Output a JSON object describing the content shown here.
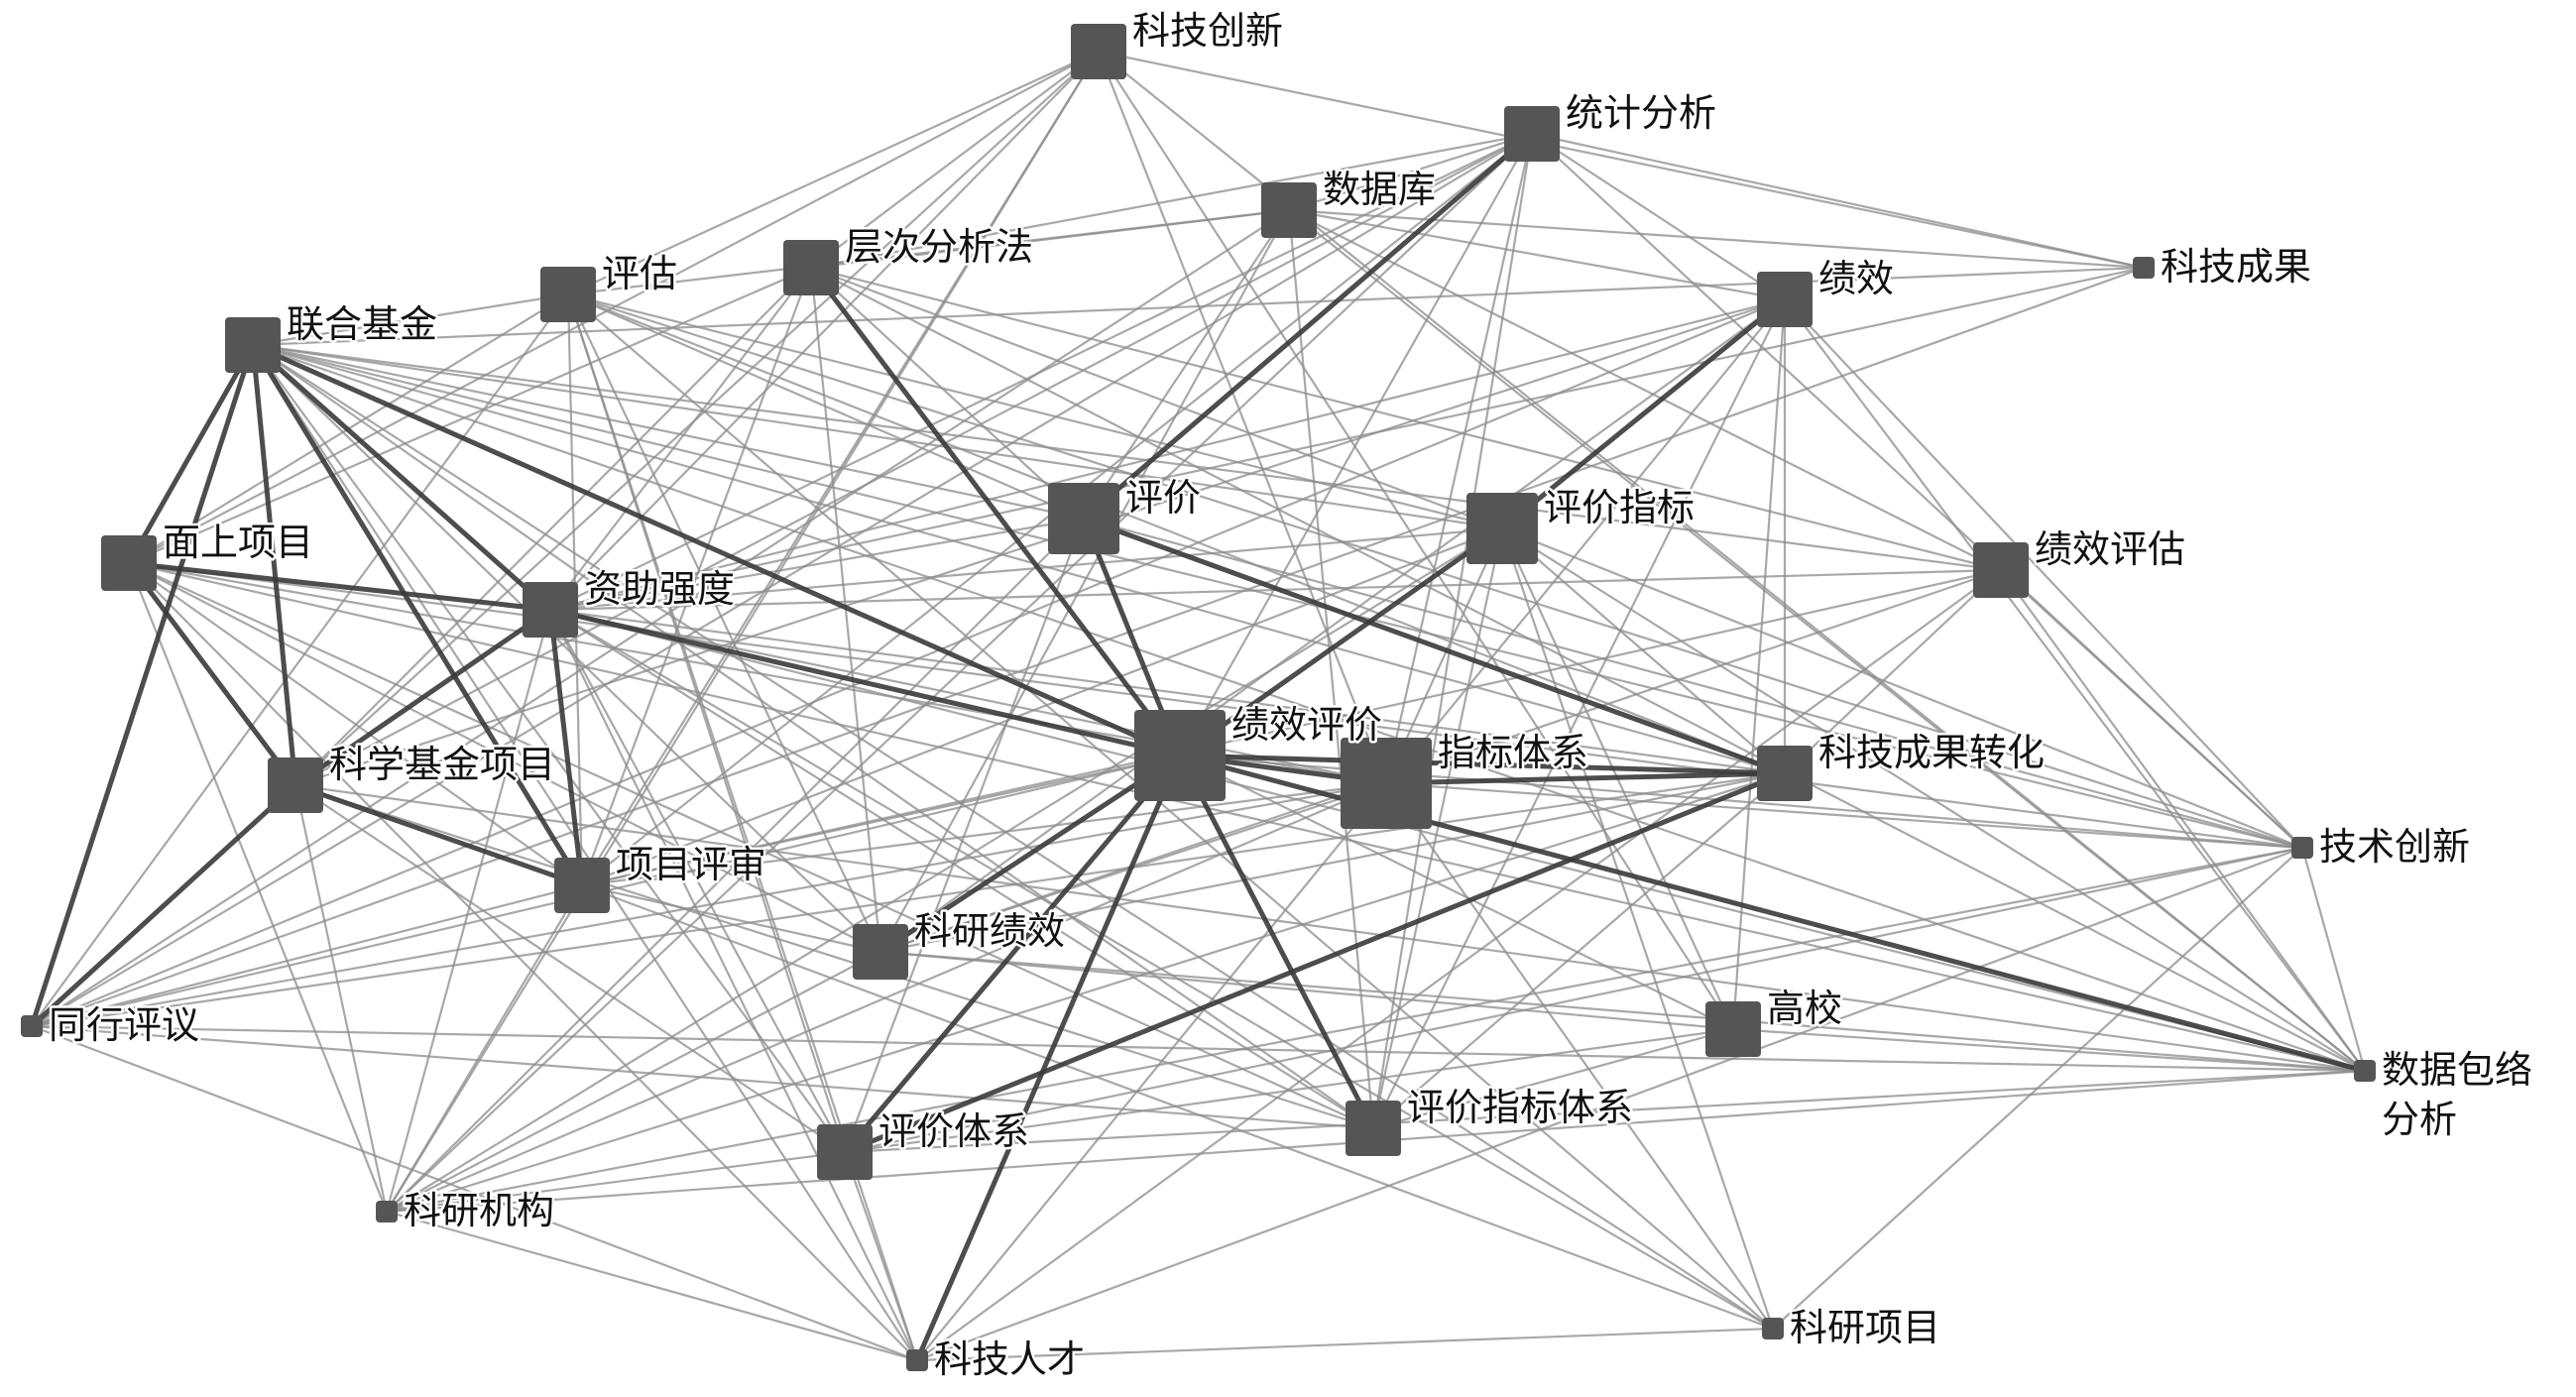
{
  "diagram": {
    "type": "keyword co-occurrence network",
    "nodes": [
      {
        "id": "n1",
        "label": [
          "科技创新"
        ],
        "weight": 2
      },
      {
        "id": "n2",
        "label": [
          "统计分析"
        ],
        "weight": 2
      },
      {
        "id": "n3",
        "label": [
          "数据库"
        ],
        "weight": 2
      },
      {
        "id": "n4",
        "label": [
          "层次分析法"
        ],
        "weight": 2
      },
      {
        "id": "n5",
        "label": [
          "评估"
        ],
        "weight": 2
      },
      {
        "id": "n6",
        "label": [
          "联合基金"
        ],
        "weight": 2
      },
      {
        "id": "n7",
        "label": [
          "绩效"
        ],
        "weight": 2
      },
      {
        "id": "n8",
        "label": [
          "科技成果"
        ],
        "weight": 1
      },
      {
        "id": "n9",
        "label": [
          "评价"
        ],
        "weight": 3
      },
      {
        "id": "n10",
        "label": [
          "评价指标"
        ],
        "weight": 3
      },
      {
        "id": "n11",
        "label": [
          "面上项目"
        ],
        "weight": 2
      },
      {
        "id": "n12",
        "label": [
          "资助强度"
        ],
        "weight": 2
      },
      {
        "id": "n13",
        "label": [
          "绩效评估"
        ],
        "weight": 2
      },
      {
        "id": "n14",
        "label": [
          "绩效评价"
        ],
        "weight": 4
      },
      {
        "id": "n15",
        "label": [
          "指标体系"
        ],
        "weight": 4
      },
      {
        "id": "n16",
        "label": [
          "科技成果转化"
        ],
        "weight": 2
      },
      {
        "id": "n17",
        "label": [
          "科学基金项目"
        ],
        "weight": 2
      },
      {
        "id": "n18",
        "label": [
          "技术创新"
        ],
        "weight": 1
      },
      {
        "id": "n19",
        "label": [
          "项目评审"
        ],
        "weight": 2
      },
      {
        "id": "n20",
        "label": [
          "科研绩效"
        ],
        "weight": 2
      },
      {
        "id": "n21",
        "label": [
          "同行评议"
        ],
        "weight": 1
      },
      {
        "id": "n22",
        "label": [
          "高校"
        ],
        "weight": 2
      },
      {
        "id": "n23",
        "label": [
          "数据包络",
          "分析"
        ],
        "weight": 1
      },
      {
        "id": "n24",
        "label": [
          "评价指标体系"
        ],
        "weight": 2
      },
      {
        "id": "n25",
        "label": [
          "评价体系"
        ],
        "weight": 2
      },
      {
        "id": "n26",
        "label": [
          "科研机构"
        ],
        "weight": 1
      },
      {
        "id": "n27",
        "label": [
          "科技人才"
        ],
        "weight": 1
      },
      {
        "id": "n28",
        "label": [
          "科研项目"
        ],
        "weight": 1
      }
    ],
    "strong_edges": [
      [
        "n14",
        "n15"
      ],
      [
        "n14",
        "n16"
      ],
      [
        "n14",
        "n23"
      ],
      [
        "n14",
        "n9"
      ],
      [
        "n14",
        "n6"
      ],
      [
        "n6",
        "n11"
      ],
      [
        "n6",
        "n12"
      ],
      [
        "n6",
        "n17"
      ],
      [
        "n6",
        "n19"
      ],
      [
        "n11",
        "n17"
      ],
      [
        "n11",
        "n12"
      ],
      [
        "n17",
        "n12"
      ],
      [
        "n12",
        "n19"
      ],
      [
        "n17",
        "n19"
      ],
      [
        "n21",
        "n6"
      ],
      [
        "n21",
        "n17"
      ],
      [
        "n14",
        "n4"
      ],
      [
        "n14",
        "n24"
      ],
      [
        "n14",
        "n25"
      ],
      [
        "n14",
        "n27"
      ],
      [
        "n14",
        "n20"
      ],
      [
        "n10",
        "n7"
      ],
      [
        "n10",
        "n14"
      ],
      [
        "n9",
        "n16"
      ],
      [
        "n25",
        "n16"
      ],
      [
        "n9",
        "n2"
      ],
      [
        "n14",
        "n12"
      ],
      [
        "n15",
        "n16"
      ]
    ],
    "colors": {
      "node": "#555555",
      "edge": "#8c8c8c",
      "strong_edge": "#3a3a3a"
    }
  }
}
